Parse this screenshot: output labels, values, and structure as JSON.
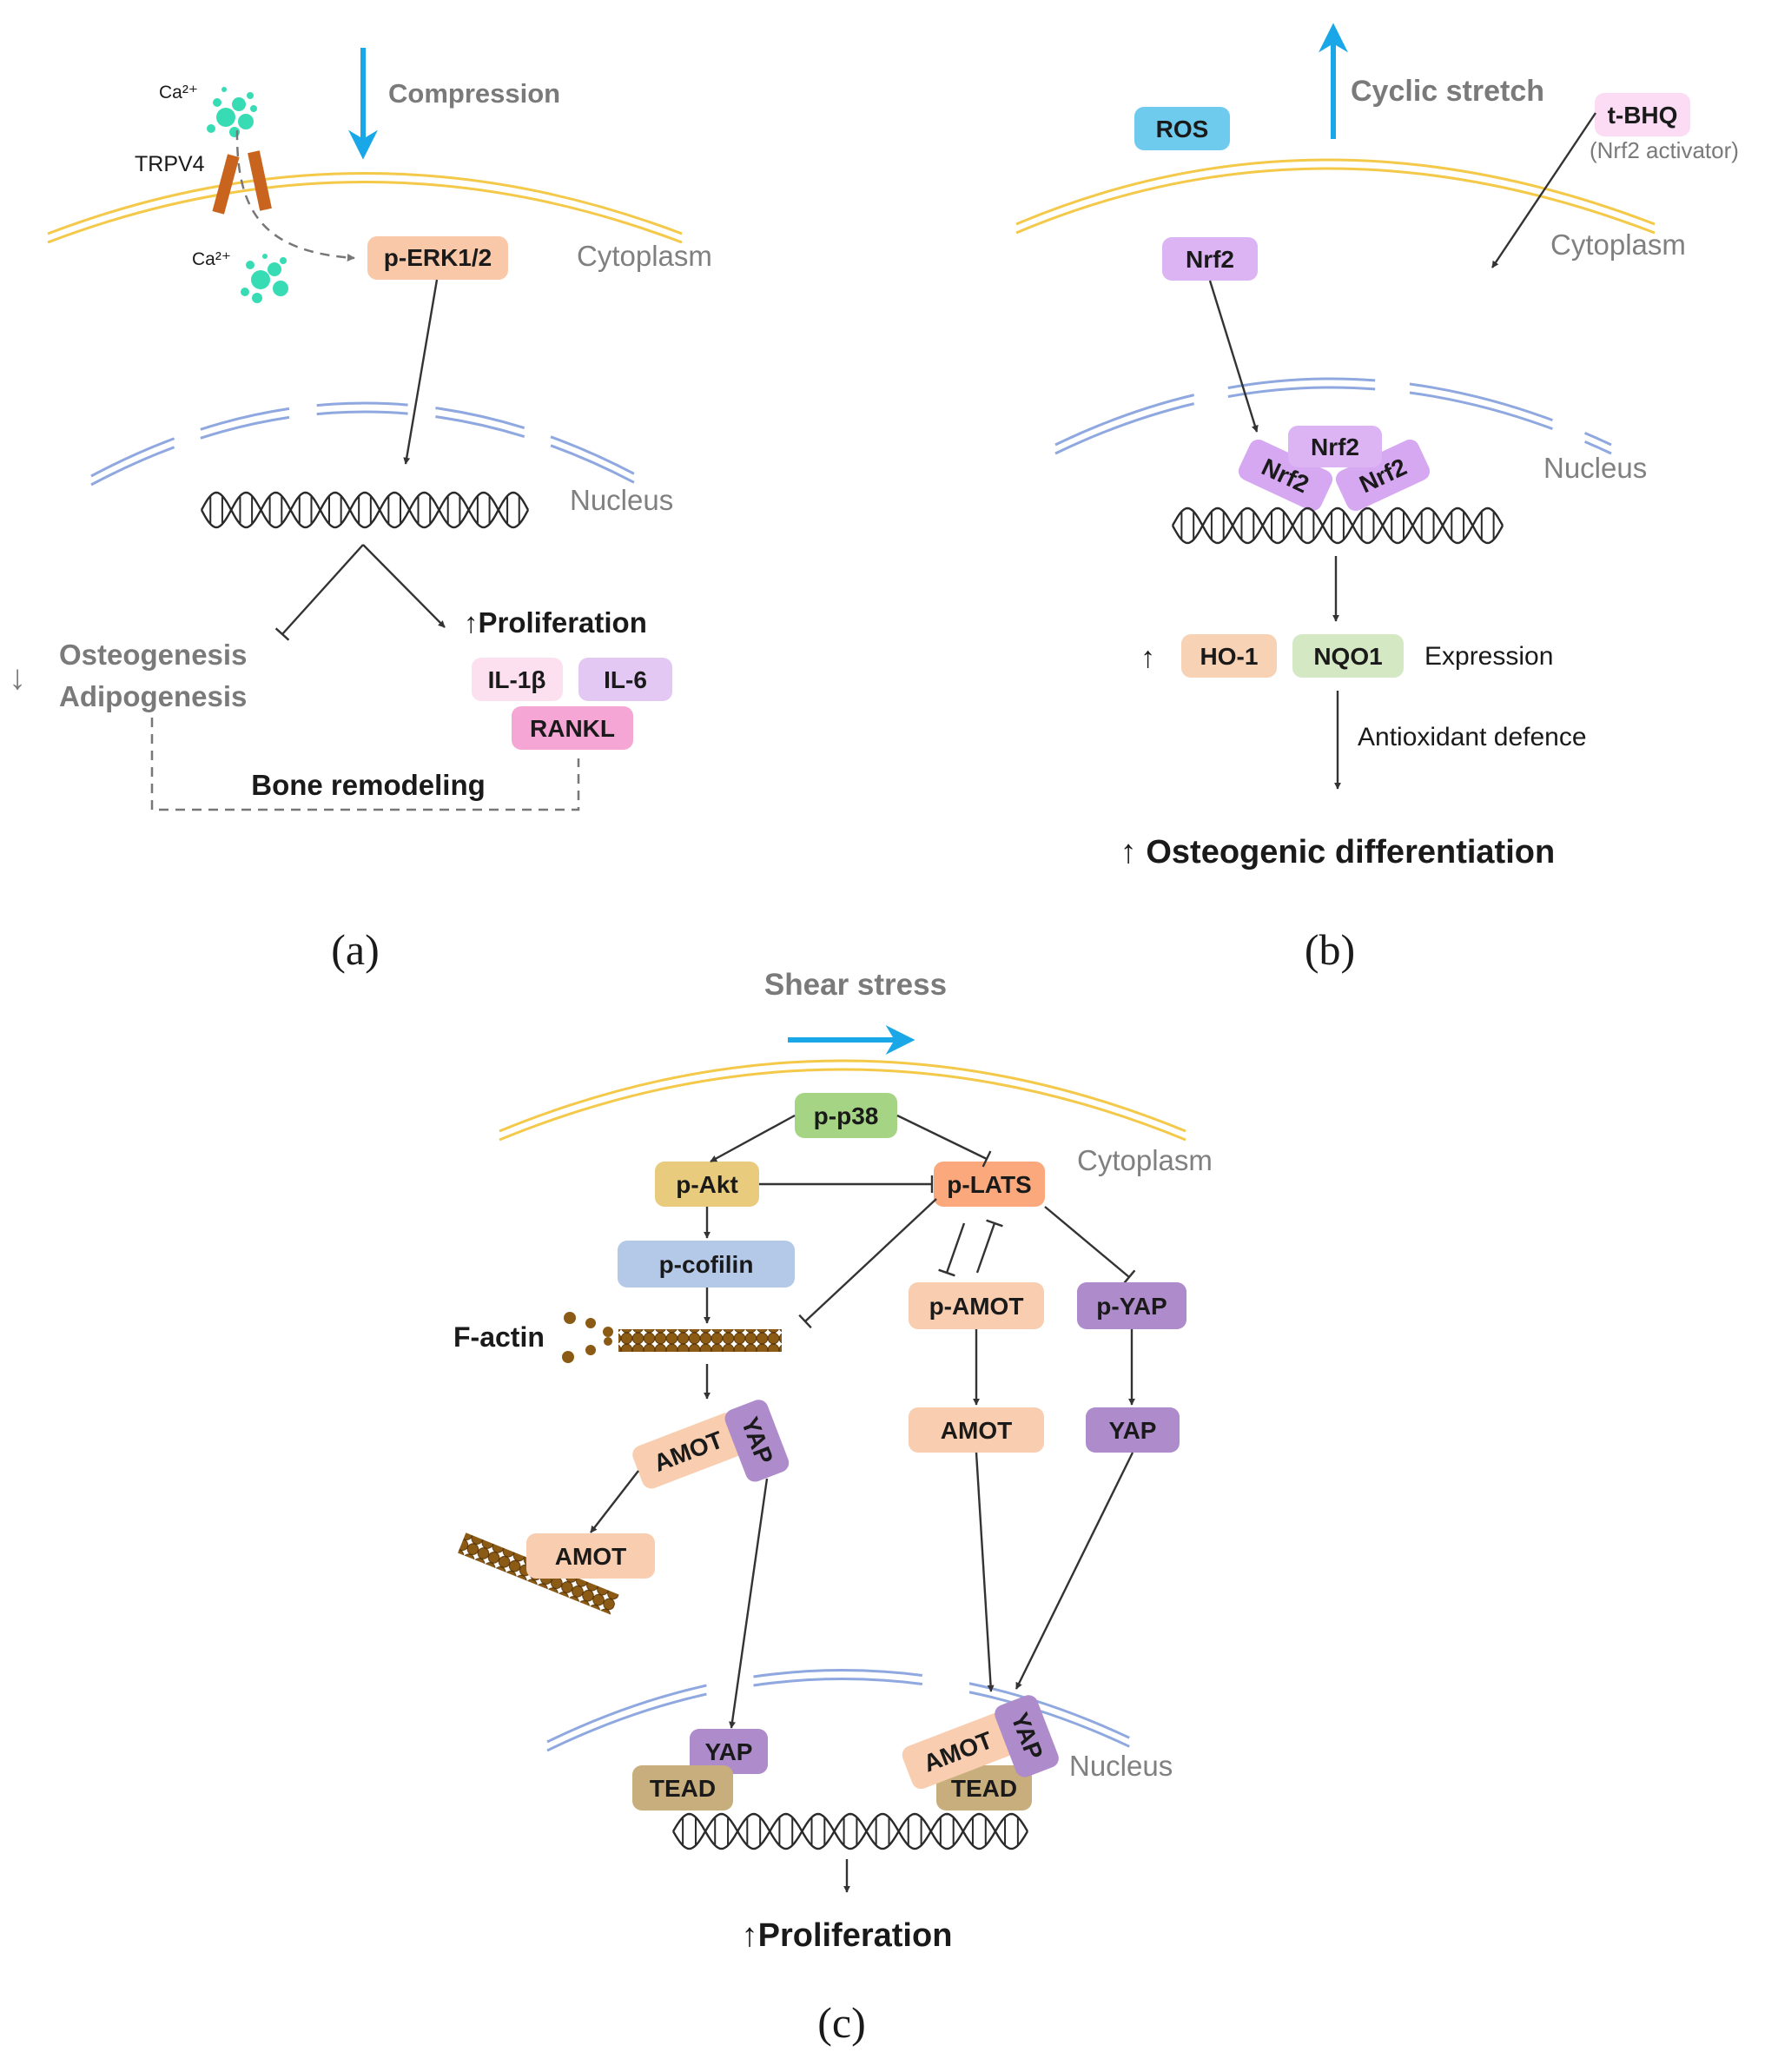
{
  "panel_a": {
    "caption": "(a)",
    "stimulus": "Compression",
    "ion_top": "Ca²⁺",
    "ion_bottom": "Ca²⁺",
    "channel": "TRPV4",
    "kinase": "p-ERK1/2",
    "cytoplasm": "Cytoplasm",
    "nucleus": "Nucleus",
    "down_arrow": "↓",
    "inhibited_1": "Osteogenesis",
    "inhibited_2": "Adipogenesis",
    "promoted": "↑Proliferation",
    "factor_1": "IL-1β",
    "factor_2": "IL-6",
    "factor_3": "RANKL",
    "outcome": "Bone remodeling"
  },
  "panel_b": {
    "caption": "(b)",
    "stimulus": "Cyclic stretch",
    "ros": "ROS",
    "activator": "t-BHQ",
    "activator_note": "(Nrf2 activator)",
    "cytoplasm": "Cytoplasm",
    "nucleus": "Nucleus",
    "nrf2": "Nrf2",
    "up_arrow": "↑",
    "gene_1": "HO-1",
    "gene_2": "NQO1",
    "expression": "Expression",
    "defence": "Antioxidant defence",
    "outcome": "↑ Osteogenic differentiation"
  },
  "panel_c": {
    "caption": "(c)",
    "stimulus": "Shear stress",
    "cytoplasm": "Cytoplasm",
    "nucleus": "Nucleus",
    "p38": "p-p38",
    "akt": "p-Akt",
    "lats": "p-LATS",
    "cofilin": "p-cofilin",
    "factin": "F-actin",
    "pamot": "p-AMOT",
    "pyap": "p-YAP",
    "amot": "AMOT",
    "yap": "YAP",
    "tead": "TEAD",
    "outcome": "↑Proliferation"
  },
  "colors": {
    "membrane": "#f4c94a",
    "nuclear_envelope": "#8fa8e0",
    "stimulus_arrow": "#1aa7e8",
    "erk": "#f8c8a8",
    "il1b": "#fde0f0",
    "il6": "#e3c8f3",
    "rankl": "#f6a6d4",
    "ros": "#6ecbee",
    "tbhq": "#fbdcf4",
    "nrf2": "#dcb4f4",
    "ho1": "#f8d2b4",
    "nqo1": "#d4e8c4",
    "p38": "#a4d484",
    "akt": "#e8cb7c",
    "lats": "#fba87c",
    "cofilin": "#b4c8e8",
    "amot": "#f8cdb0",
    "yap": "#ae8ccc",
    "tead": "#c8ae7c",
    "actin": "#8b5a14",
    "calcium": "#38dcb4",
    "trpv4": "#c8641e"
  }
}
